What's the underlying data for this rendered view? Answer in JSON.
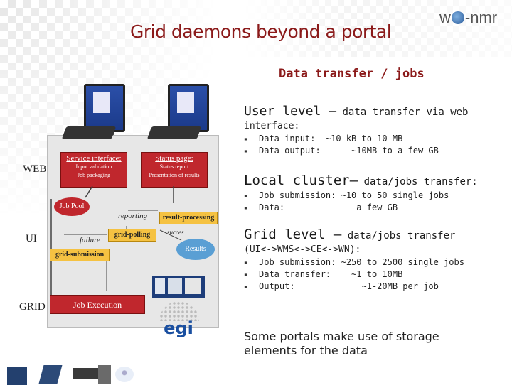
{
  "header": {
    "title": "Grid daemons beyond a portal",
    "logo_text": "w-nmr"
  },
  "subtitle": "Data transfer / jobs",
  "sections": {
    "user": {
      "head": "User level –",
      "head_small": " data transfer via web",
      "line2": "interface:",
      "bullets": [
        "Data input:  ~10 kB to 10 MB",
        "Data output:      ~10MB to a few GB"
      ]
    },
    "local": {
      "head": "Local cluster–",
      "head_small": " data/jobs transfer:",
      "bullets": [
        "Job submission: ~10 to 50 single jobs",
        "Data:              a few GB"
      ]
    },
    "grid": {
      "head": "Grid level –",
      "head_small": " data/jobs transfer",
      "line2": "(UI<->WMS<->CE<->WN):",
      "bullets": [
        "Job submission: ~250 to 2500 single jobs",
        "Data transfer:    ~1 to 10MB",
        "Output:             ~1-20MB per job"
      ]
    }
  },
  "note": "Some portals make use of storage elements for the data",
  "diagram": {
    "levels": [
      "WEB",
      "UI",
      "GRID"
    ],
    "service_box": {
      "title": "Service interface:",
      "lines": [
        "Input validation",
        "Job packaging"
      ]
    },
    "status_box": {
      "title": "Status page:",
      "lines": [
        "Status report",
        "Presentation of results"
      ]
    },
    "job_pool": "Job Pool",
    "reporting": "reporting",
    "result_processing": "result-processing",
    "success": "succes",
    "failure": "failure",
    "grid_polling": "grid-polling",
    "results": "Results",
    "grid_submission": "grid-submission",
    "job_execution": "Job Execution",
    "egi": "egi"
  },
  "colors": {
    "title": "#8b1a1a",
    "box_red": "#c0272d",
    "box_yellow": "#f5c242",
    "results_blue": "#5a9fd4",
    "egi_blue": "#1a4fa0"
  }
}
